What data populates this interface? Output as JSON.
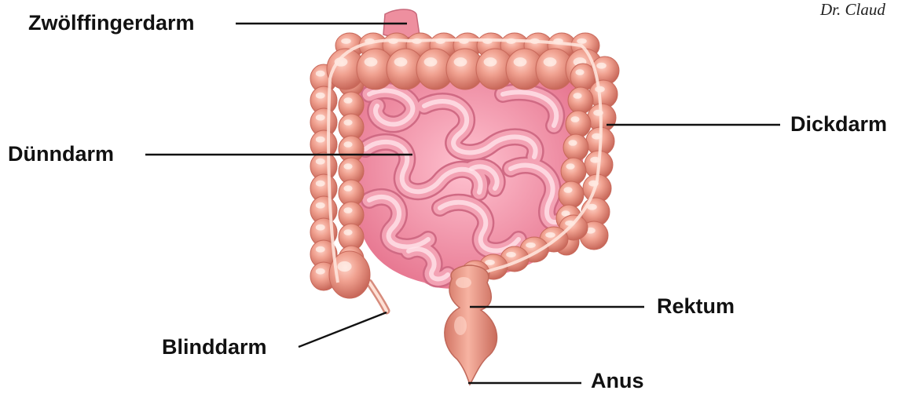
{
  "labels": {
    "duodenum": "Zwölffingerdarm",
    "small_intestine": "Dünndarm",
    "large_intestine": "Dickdarm",
    "rectum": "Rektum",
    "appendix": "Blinddarm",
    "anus": "Anus"
  },
  "credit": "Dr. Claud",
  "colors": {
    "colon": "#ee9a8a",
    "colon_highlight": "#ffd3c8",
    "colon_shadow": "#c8685a",
    "small_intestine": "#f3a2b4",
    "small_intestine_highlight": "#ffe3ea",
    "small_intestine_shadow": "#d06a84",
    "text": "#111111"
  }
}
